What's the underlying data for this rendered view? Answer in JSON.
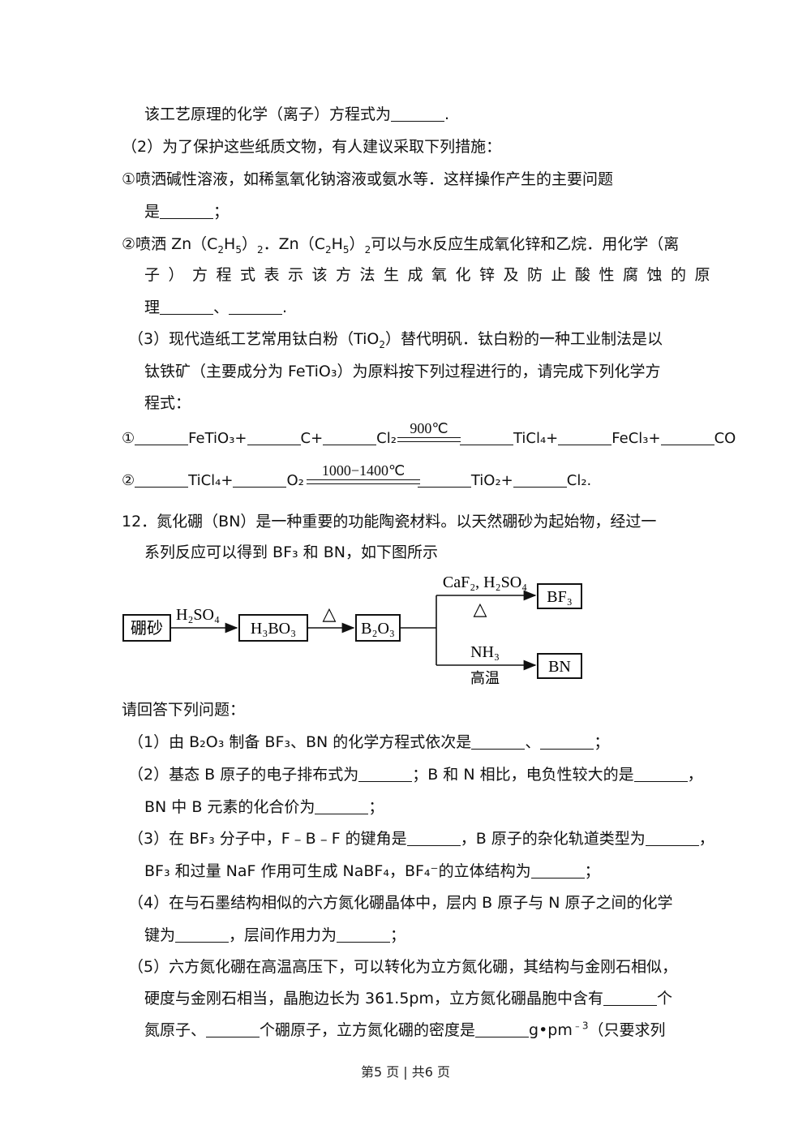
{
  "lines": {
    "l1": "该工艺原理的化学（离子）方程式为",
    "l2": "（2）为了保护这些纸质文物，有人建议采取下列措施：",
    "l3": "①喷洒碱性溶液，如稀氢氧化钠溶液或氨水等．这样操作产生的主要问题",
    "l4": "是",
    "l5a": "②喷洒 Zn（C",
    "l5b": "H",
    "l5c": "）",
    "l5d": "．Zn（C",
    "l5e": "H",
    "l5f": "）",
    "l5g": "可以与水反应生成氧化锌和乙烷．用化学（离",
    "l6": "子）方程式表示该方法生成氧化锌及防止酸性腐蚀的原",
    "l7": "理",
    "l8a": "（3）现代造纸工艺常用钛白粉（TiO",
    "l8b": "）替代明矾．钛白粉的一种工业制法是以",
    "l9": "钛铁矿（主要成分为 FeTiO₃）为原料按下列过程进行的，请完成下列化学方",
    "l10": "程式：",
    "q12a": "12．氮化硼（BN）是一种重要的功能陶瓷材料。以天然硼砂为起始物，经过一",
    "q12b": "系列反应可以得到 BF₃ 和 BN，如下图所示",
    "ask": "请回答下列问题：",
    "a1": "（1）由 B₂O₃ 制备 BF₃、BN 的化学方程式依次是",
    "a2a": "（2）基态 B 原子的电子排布式为",
    "a2b": "；B 和 N 相比，电负性较大的是",
    "a2c": "BN 中 B 元素的化合价为",
    "a3a": "（3）在 BF₃ 分子中，F﹣B﹣F 的键角是",
    "a3b": "，B 原子的杂化轨道类型为",
    "a3c": "BF₃ 和过量 NaF 作用可生成 NaBF₄，BF₄⁻的立体结构为",
    "a4a": "（4）在与石墨结构相似的六方氮化硼晶体中，层内 B 原子与 N 原子之间的化学",
    "a4b": "键为",
    "a4c": "，层间作用力为",
    "a5a": "（5）六方氮化硼在高温高压下，可以转化为立方氮化硼，其结构与金刚石相似，",
    "a5b": "硬度与金刚石相当，晶胞边长为 361.5pm，立方氮化硼晶胞中含有",
    "a5c": "个",
    "a5d": "氮原子、",
    "a5e": "个硼原子，立方氮化硼的密度是",
    "a5f": "g•pm",
    "a5g": "﹣3",
    "a5h": "（只要求列"
  },
  "eq1": {
    "circ": "①",
    "s1": "FeTiO₃+",
    "s2": "C+",
    "s3": "Cl₂",
    "cond": "900℃",
    "s4": "TiCl₄+",
    "s5": "FeCl₃+",
    "s6": "CO"
  },
  "eq2": {
    "circ": "②",
    "s1": "TiCl₄+",
    "s2": "O₂",
    "cond": "1000−1400℃",
    "s3": "TiO₂+",
    "s4": "Cl₂."
  },
  "diagram": {
    "start": "硼砂",
    "r1": "H₂SO₄",
    "p1": "H₃BO₃",
    "r2": "△",
    "p2": "B₂O₃",
    "upper_reagent": "CaF₂, H₂SO₄",
    "upper_cond": "△",
    "upper_product": "BF₃",
    "lower_reagent": "NH₃",
    "lower_cond": "高温",
    "lower_product": "BN"
  },
  "footer": {
    "text": "第5 页  |  共6 页"
  }
}
